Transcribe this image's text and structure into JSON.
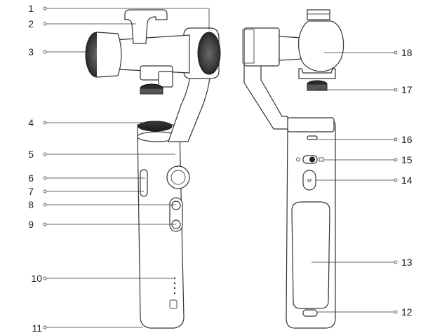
{
  "callouts_left": [
    "1",
    "2",
    "3",
    "4",
    "5",
    "6",
    "7",
    "8",
    "9",
    "10",
    "11"
  ],
  "callouts_right": [
    "18",
    "17",
    "16",
    "15",
    "14",
    "13",
    "12"
  ],
  "handle_mode_button_text": "M"
}
